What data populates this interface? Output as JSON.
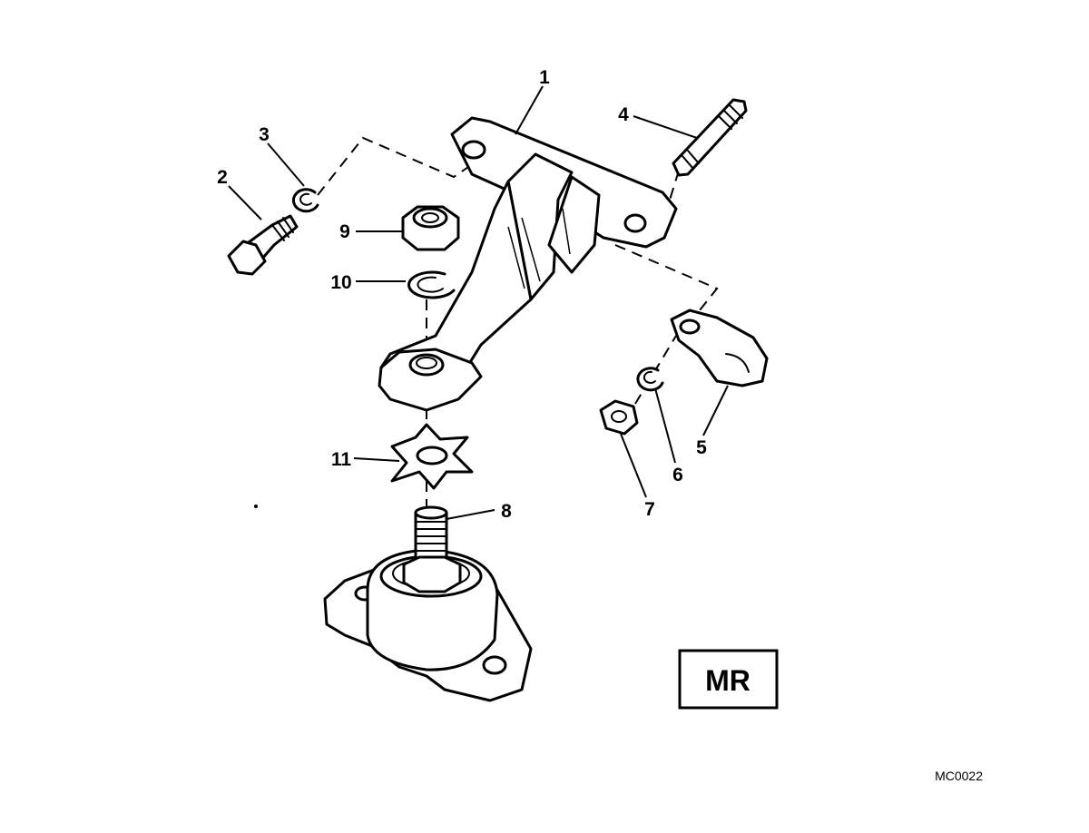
{
  "callouts": {
    "c1": "1",
    "c2": "2",
    "c3": "3",
    "c4": "4",
    "c5": "5",
    "c6": "6",
    "c7": "7",
    "c8": "8",
    "c9": "9",
    "c10": "10",
    "c11": "11"
  },
  "badge": {
    "label": "MR"
  },
  "figure_code": "MC0022"
}
